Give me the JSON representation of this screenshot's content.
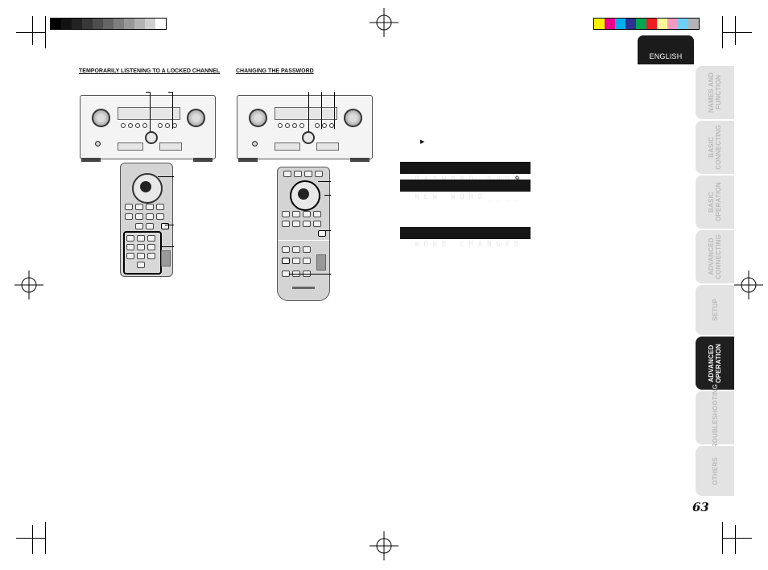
{
  "header": {
    "language": "ENGLISH",
    "page_number": "63"
  },
  "sections": {
    "left_heading": "TEMPORARILY LISTENING TO A LOCKED CHANNEL",
    "right_heading": "CHANGING THE PASSWORD"
  },
  "side_tabs": [
    {
      "label": "NAMES AND\nFUNCTION",
      "active": false
    },
    {
      "label": "BASIC\nCONNECTING",
      "active": false
    },
    {
      "label": "BASIC OPERATION",
      "active": false
    },
    {
      "label": "ADVANCED\nCONNECTING",
      "active": false
    },
    {
      "label": "SETUP",
      "active": false
    },
    {
      "label": "ADVANCED\nOPERATION",
      "active": true
    },
    {
      "label": "TROUBLESHOOTING",
      "active": false
    },
    {
      "label": "OTHERS",
      "active": false
    }
  ],
  "displays": {
    "password": "P A S W O R D   9 9 9 ",
    "password_blink_digit": "9",
    "new_word": "N E W   W O R D _ _ _ _",
    "word_changed": "W O R D   C H A N G E D",
    "arrow_symbol": "▶"
  },
  "colors": {
    "gray_swatches": [
      "#000000",
      "#121212",
      "#232323",
      "#383838",
      "#4e4e4e",
      "#656565",
      "#7e7e7e",
      "#989898",
      "#b3b3b3",
      "#d0d0d0",
      "#ffffff"
    ],
    "color_swatches": [
      "#fff200",
      "#ec008c",
      "#00aeef",
      "#2e3192",
      "#00a651",
      "#ed1c24",
      "#fff799",
      "#f49ac1",
      "#6dcff6",
      "#b3b3b3"
    ],
    "active_tab": "#1f1f1f",
    "inactive_tab": "#e3e3e3"
  }
}
